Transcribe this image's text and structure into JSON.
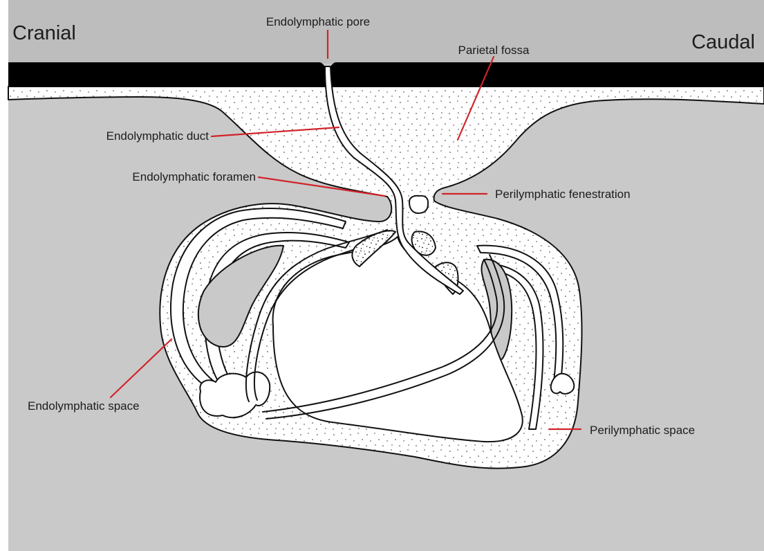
{
  "orientation": {
    "left": "Cranial",
    "right": "Caudal"
  },
  "labels": {
    "endolymphatic_pore": "Endolymphatic pore",
    "parietal_fossa": "Parietal fossa",
    "endolymphatic_duct": "Endolymphatic duct",
    "endolymphatic_foramen": "Endolymphatic foramen",
    "perilymphatic_fenestration": "Perilymphatic fenestration",
    "endolymphatic_space": "Endolymphatic space",
    "perilymphatic_space": "Perilymphatic space"
  },
  "colors": {
    "background_tissue": "#c9c9c9",
    "upper_band": "#bdbdbd",
    "bone_layer": "#000000",
    "perilymph_fill": "#ffffff",
    "stipple": "#141414",
    "leader_lines": "#d2232a"
  }
}
